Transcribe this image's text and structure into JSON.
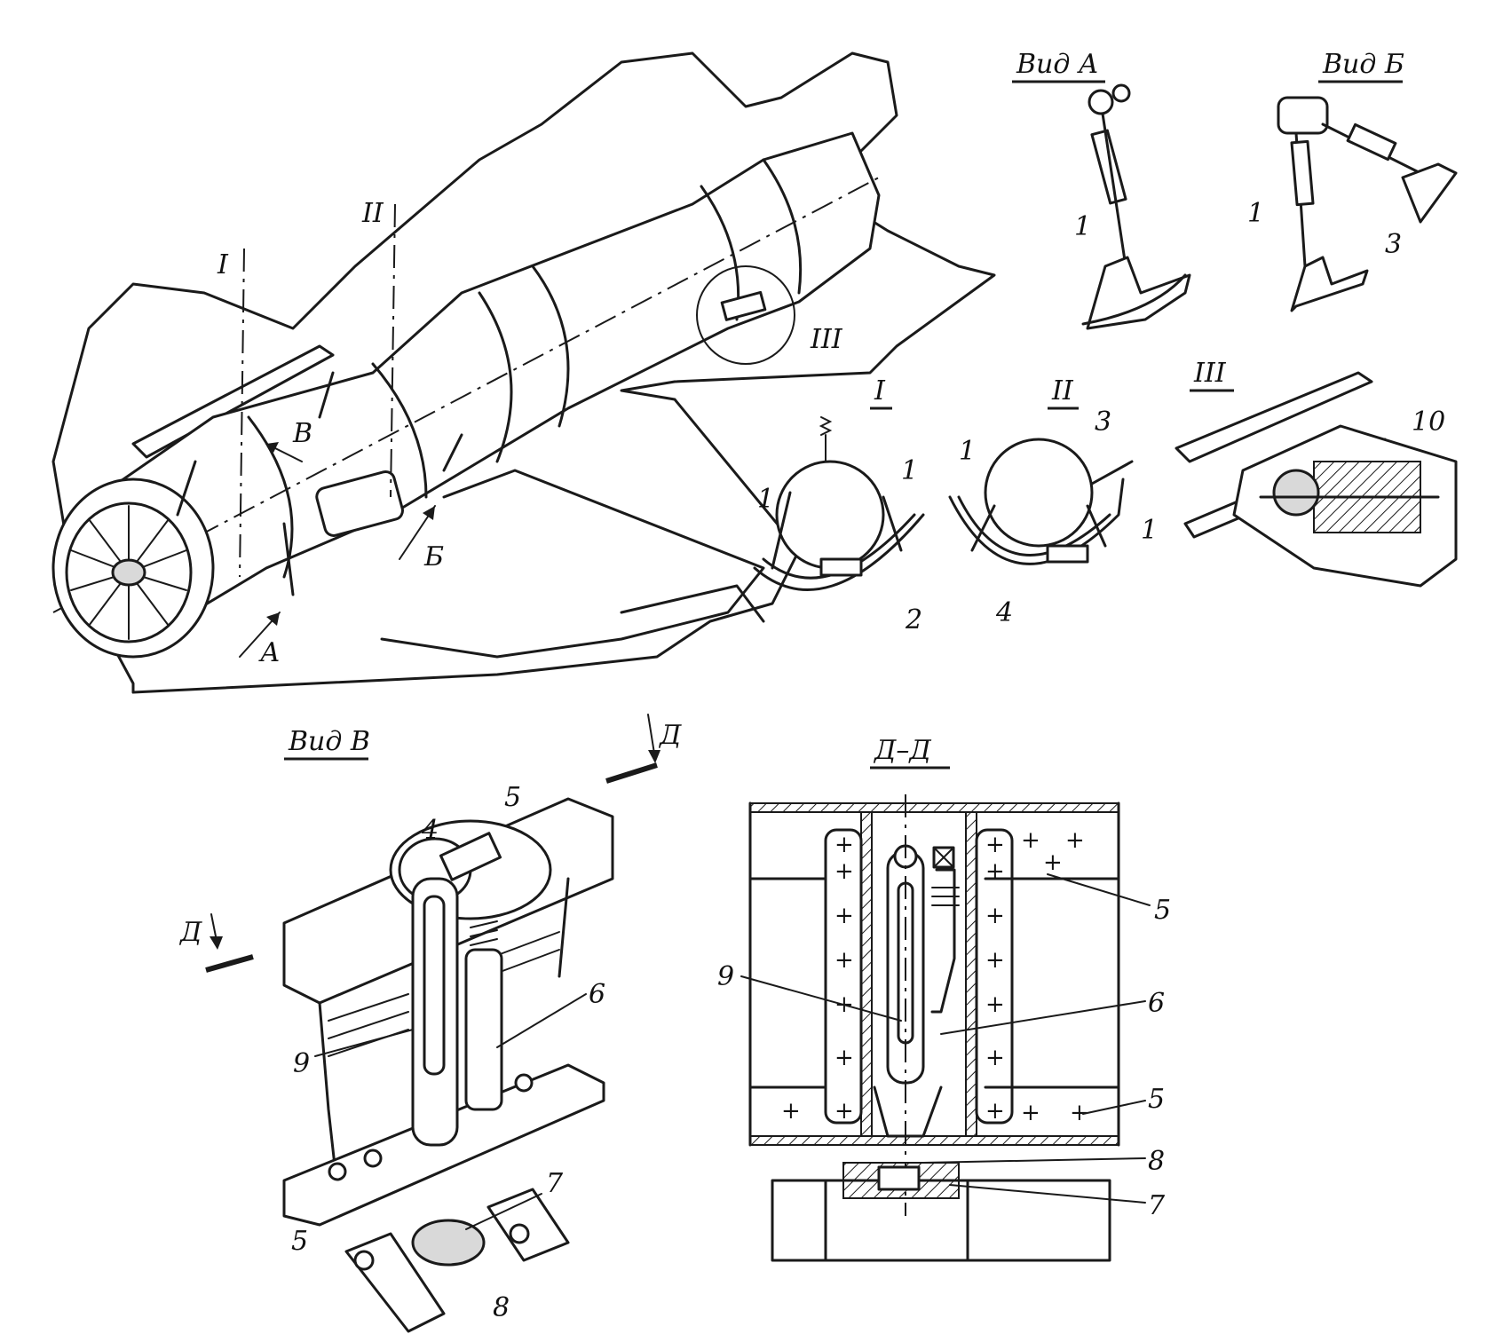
{
  "views": {
    "vid_a": "Вид А",
    "vid_b": "Вид Б",
    "vid_v": "Вид В",
    "section_d": "Д–Д"
  },
  "details": {
    "I": "I",
    "II": "II",
    "III": "III"
  },
  "main_markers": {
    "section_I": "I",
    "section_II": "II",
    "detail_III": "III",
    "arrow_A": "А",
    "arrow_B": "Б",
    "arrow_V": "В"
  },
  "section_markers": {
    "d_left": "Д",
    "d_right": "Д"
  },
  "callouts": {
    "vid_a_1": "1",
    "vid_b_1": "1",
    "vid_b_3": "3",
    "det1_1a": "1",
    "det1_1b": "1",
    "det1_2": "2",
    "det2_1a": "1",
    "det2_3": "3",
    "det2_1b": "1",
    "det2_4": "4",
    "det3_10": "10",
    "vv_4": "4",
    "vv_5a": "5",
    "vv_6": "6",
    "vv_9": "9",
    "vv_5b": "5",
    "vv_7": "7",
    "vv_8": "8",
    "dd_5a": "5",
    "dd_9": "9",
    "dd_6": "6",
    "dd_5b": "5",
    "dd_8": "8",
    "dd_7": "7"
  }
}
